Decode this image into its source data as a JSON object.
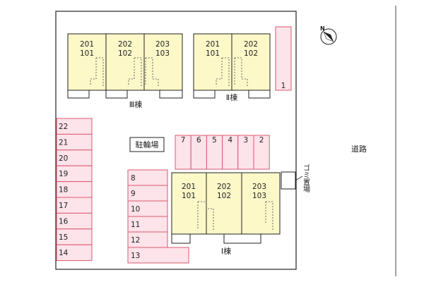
{
  "colors": {
    "building_fill": "#fdf8c8",
    "parking_fill": "#fde3ea",
    "parking_stroke": "#d9586f",
    "outline": "#222222"
  },
  "building_3": {
    "label": "Ⅲ棟",
    "units": [
      {
        "upper": "201",
        "lower": "101"
      },
      {
        "upper": "202",
        "lower": "102"
      },
      {
        "upper": "203",
        "lower": "103"
      }
    ]
  },
  "building_2": {
    "label": "Ⅱ棟",
    "units": [
      {
        "upper": "201",
        "lower": "101"
      },
      {
        "upper": "202",
        "lower": "102"
      }
    ]
  },
  "building_1": {
    "label": "Ⅰ棟",
    "units": [
      {
        "upper": "201",
        "lower": "101"
      },
      {
        "upper": "202",
        "lower": "102"
      },
      {
        "upper": "203",
        "lower": "103"
      }
    ]
  },
  "parking": {
    "right_edge": [
      "1"
    ],
    "middle_row": [
      "7",
      "6",
      "5",
      "4",
      "3",
      "2"
    ],
    "center_column": [
      "8",
      "9",
      "10",
      "11",
      "12",
      "13"
    ],
    "left_column": [
      "22",
      "21",
      "20",
      "19",
      "18",
      "17",
      "16",
      "15",
      "14"
    ]
  },
  "bicycle_parking_label": "駐輪場",
  "garbage_label": "ゴミ置場",
  "road_label": "道路",
  "north_icon": "north-compass-icon"
}
